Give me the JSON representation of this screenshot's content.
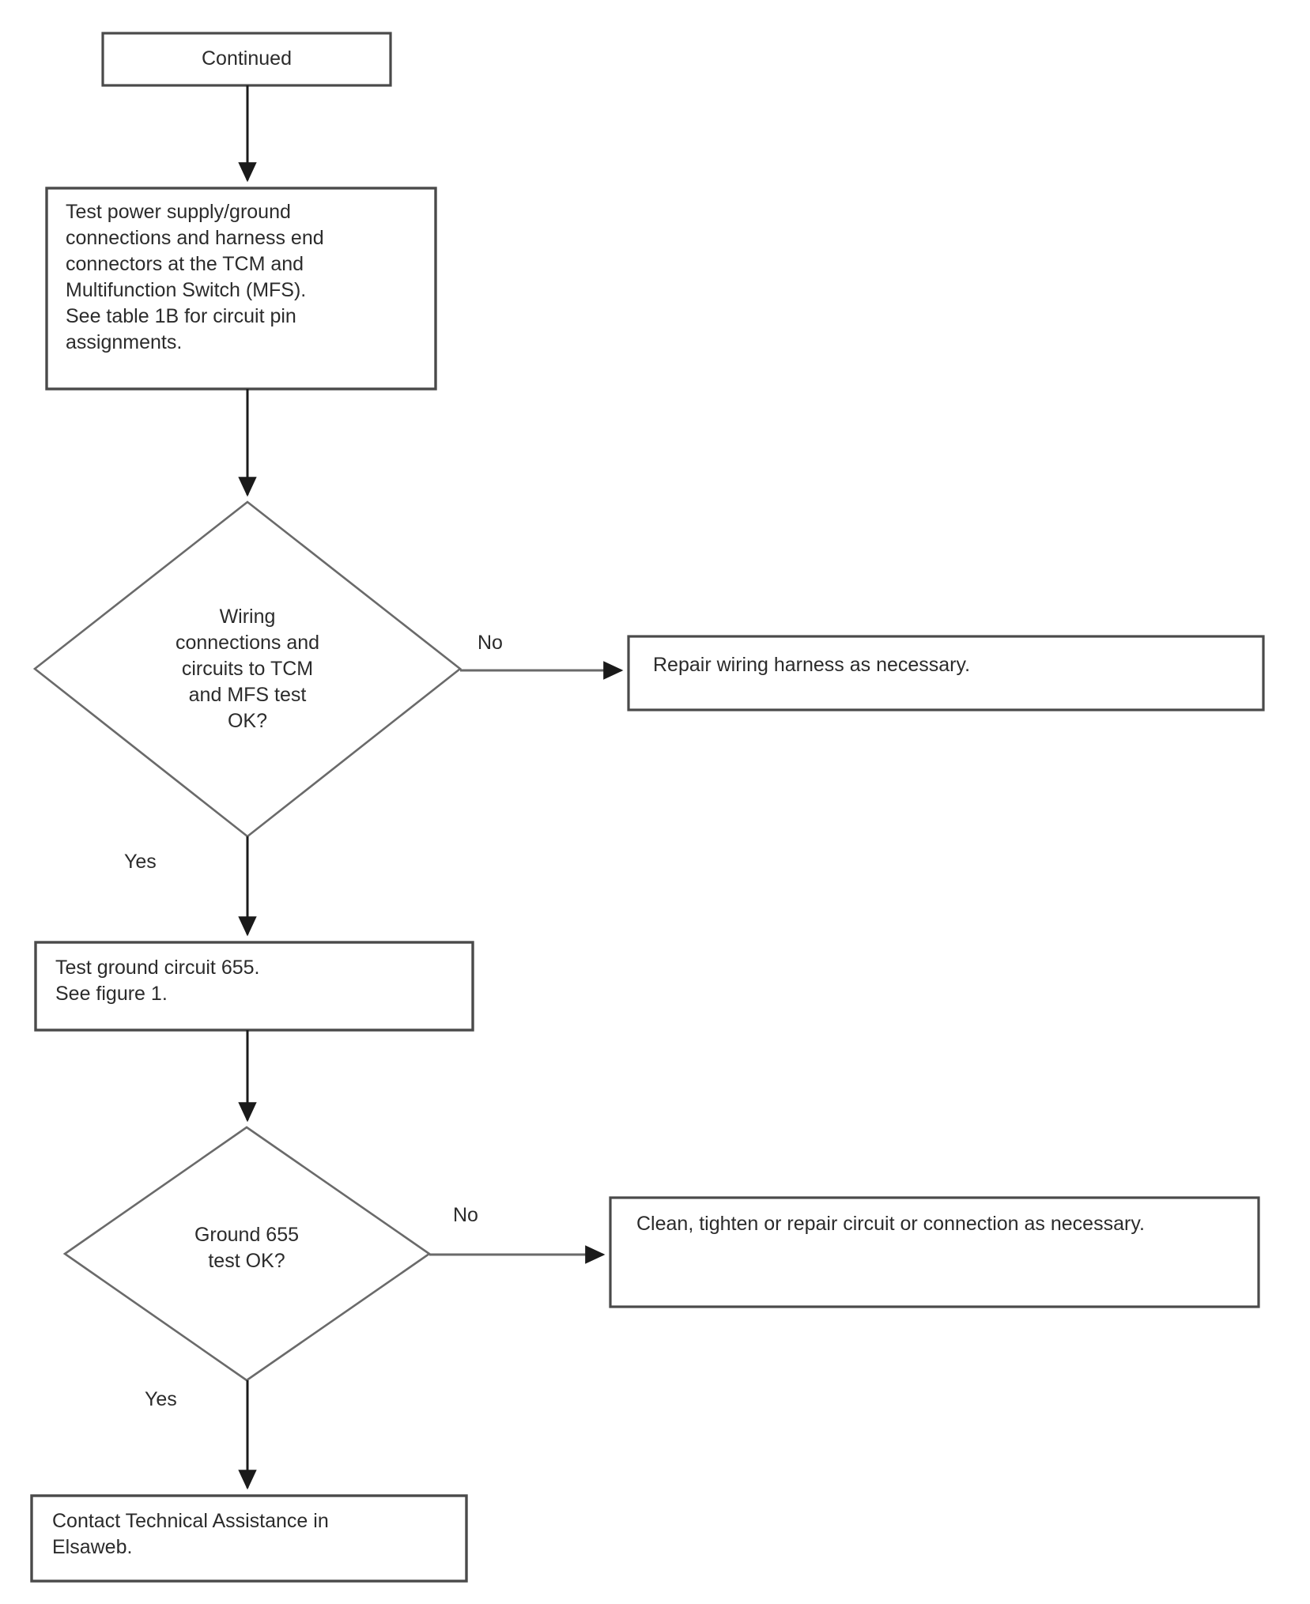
{
  "diagram": {
    "type": "flowchart",
    "title": "",
    "background_color": "#ffffff",
    "line_color": "#4a4a4a",
    "text_color": "#2b2b2b",
    "nodes": [
      {
        "id": "continued",
        "shape": "process",
        "text": "Continued",
        "align": "center"
      },
      {
        "id": "test-power-supply",
        "shape": "process",
        "text": "Test power supply/ground\nconnections and harness end\nconnectors at the TCM and\nMultifunction Switch (MFS).\nSee table 1B for circuit pin\nassignments.",
        "align": "left"
      },
      {
        "id": "wiring-decision",
        "shape": "decision",
        "text": "Wiring\nconnections and\ncircuits to TCM\nand MFS test\nOK?",
        "align": "center"
      },
      {
        "id": "repair-harness",
        "shape": "process",
        "text": "Repair wiring harness as necessary.",
        "align": "left"
      },
      {
        "id": "test-ground-655",
        "shape": "process",
        "text": "Test ground circuit 655.\nSee figure 1.",
        "align": "left"
      },
      {
        "id": "ground-decision",
        "shape": "decision",
        "text": "Ground 655\ntest OK?",
        "align": "center"
      },
      {
        "id": "clean-tighten",
        "shape": "process",
        "text": "Clean, tighten or repair circuit or connection as necessary.",
        "align": "left"
      },
      {
        "id": "contact-technical-assistance",
        "shape": "process",
        "text": "Contact Technical Assistance in\nElsaweb.",
        "align": "left"
      }
    ],
    "edge_labels": [
      {
        "id": "wiring-no",
        "text": "No"
      },
      {
        "id": "wiring-yes",
        "text": "Yes"
      },
      {
        "id": "ground-no",
        "text": "No"
      },
      {
        "id": "ground-yes",
        "text": "Yes"
      }
    ]
  }
}
